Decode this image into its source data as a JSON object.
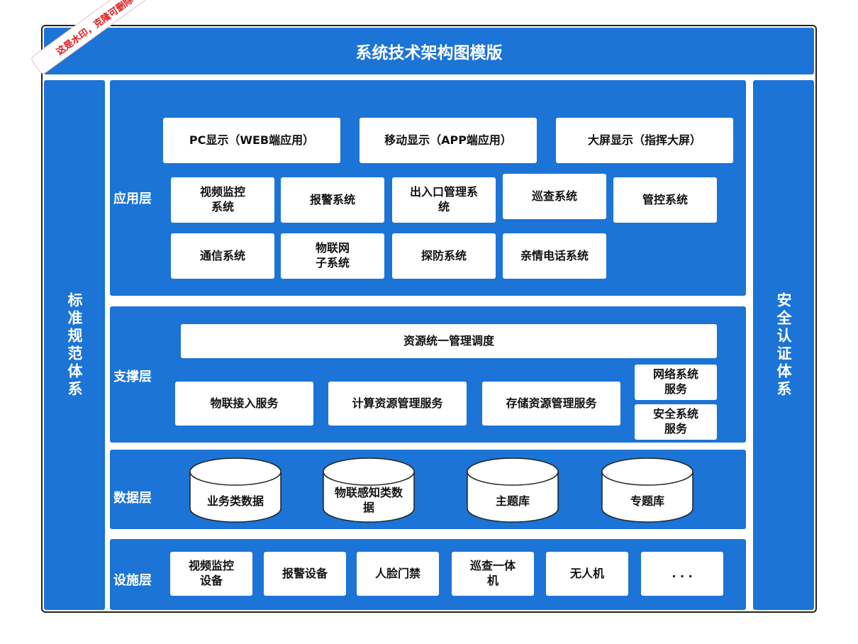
{
  "title": "系统技术架构图模版",
  "watermark": "这是水印，克隆可删除",
  "left_bar": "标准规范体系",
  "right_bar": "安全认证体系",
  "colors": {
    "primary": "#1b74d6",
    "box": "#ffffff",
    "watermark": "#e01818"
  },
  "layers": {
    "application": {
      "label": "应用层",
      "displays": [
        "PC显示（WEB端应用）",
        "移动显示（APP端应用）",
        "大屏显示（指挥大屏）"
      ],
      "systems_row1": [
        "视频监控\n系统",
        "报警系统",
        "出入口管理系\n统",
        "巡查系统",
        "管控系统"
      ],
      "systems_row2": [
        "通信系统",
        "物联网\n子系统",
        "探防系统",
        "亲情电话系统"
      ]
    },
    "support": {
      "label": "支撑层",
      "top": "资源统一管理调度",
      "services": [
        "物联接入服务",
        "计算资源管理服务",
        "存储资源管理服务"
      ],
      "side_services": [
        "网络系统\n服务",
        "安全系统\n服务"
      ]
    },
    "data": {
      "label": "数据层",
      "stores": [
        "业务类数据",
        "物联感知类数\n据",
        "主题库",
        "专题库"
      ]
    },
    "facility": {
      "label": "设施层",
      "devices": [
        "视频监控\n设备",
        "报警设备",
        "人脸门禁",
        "巡查一体\n机",
        "无人机",
        ". . ."
      ]
    }
  }
}
